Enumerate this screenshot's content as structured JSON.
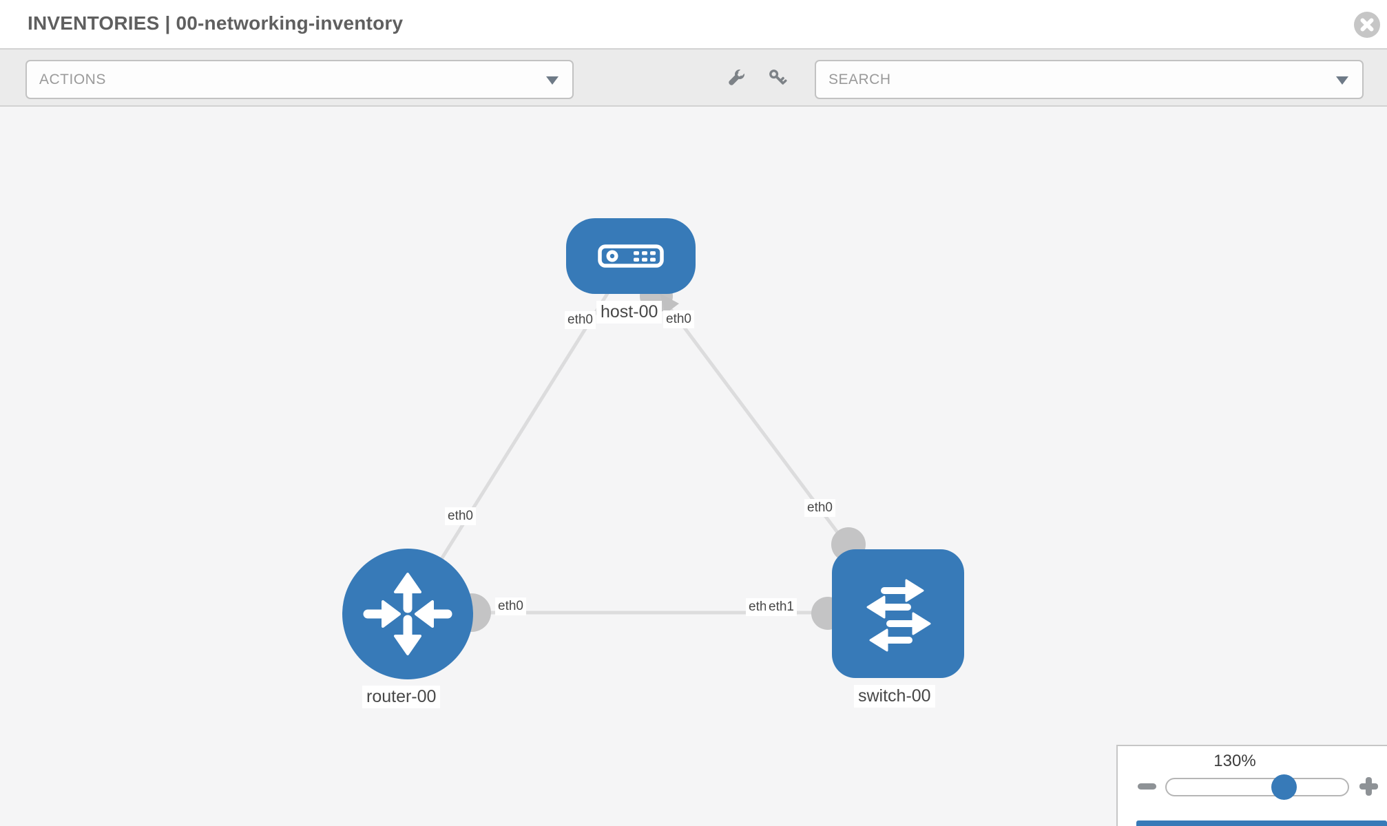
{
  "header": {
    "title": "INVENTORIES | 00-networking-inventory"
  },
  "toolbar": {
    "actions_placeholder": "ACTIONS",
    "search_placeholder": "SEARCH",
    "icon_buttons": [
      "wrench-icon",
      "key-icon"
    ]
  },
  "topology": {
    "nodes": {
      "host": {
        "label": "host-00",
        "type": "host",
        "icon": "host-device-icon"
      },
      "router": {
        "label": "router-00",
        "type": "router",
        "icon": "router-arrows-icon"
      },
      "switch": {
        "label": "switch-00",
        "type": "switch",
        "icon": "switch-arrows-icon"
      }
    },
    "links": [
      {
        "from": "host-00",
        "to": "router-00"
      },
      {
        "from": "host-00",
        "to": "switch-00"
      },
      {
        "from": "router-00",
        "to": "switch-00"
      }
    ],
    "interface_labels": {
      "host_router_at_host": "eth0",
      "host_router_at_router": "eth0",
      "host_switch_at_host": "eth0",
      "host_switch_at_switch": "eth0",
      "router_switch_at_router": "eth0",
      "router_switch_at_switch_hidden": "eth0",
      "router_switch_at_switch": "eth1"
    }
  },
  "zoom_control": {
    "level": "130%"
  },
  "colors": {
    "node_blue": "#377ab8",
    "edge_gray": "#dcdcdd",
    "port_gray": "#c4c4c5",
    "toolbar_gray": "#ebebeb",
    "canvas_gray": "#f5f5f6"
  }
}
